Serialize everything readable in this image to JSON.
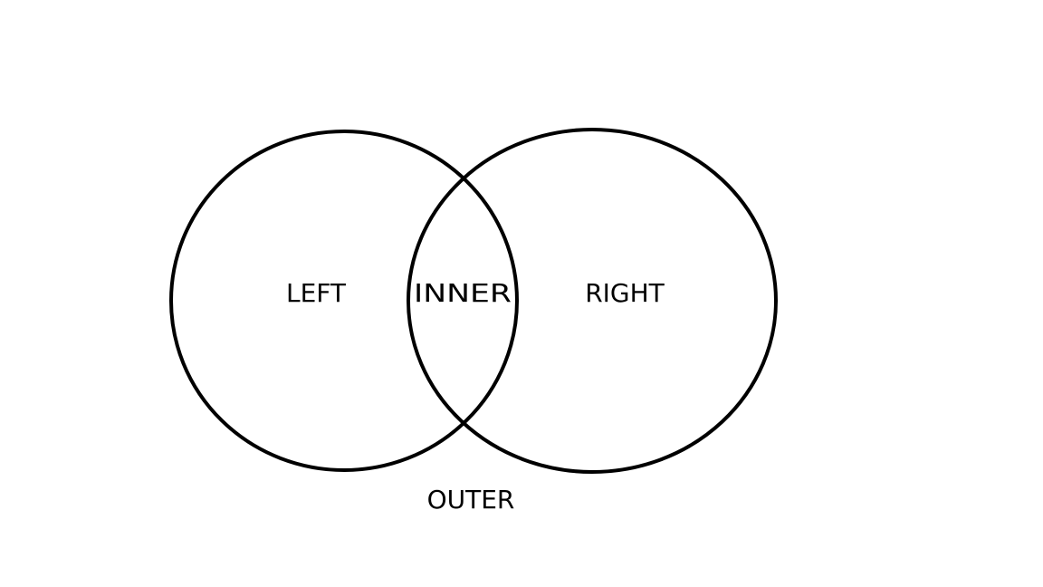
{
  "diagram": {
    "type": "venn",
    "labels": {
      "left": "LEFT",
      "inner": "INNER",
      "right": "RIGHT",
      "outer": "OUTER"
    },
    "stroke_color": "#000000",
    "background": "#ffffff"
  }
}
